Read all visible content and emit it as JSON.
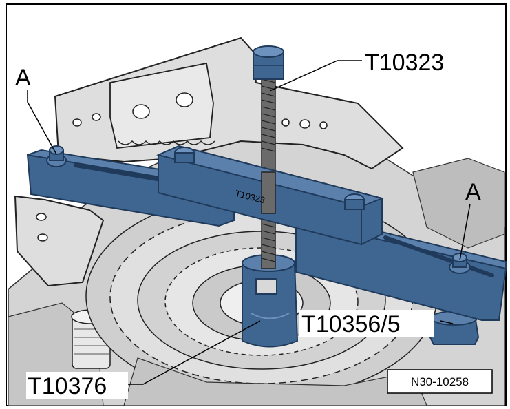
{
  "labels": {
    "clamp_left": "A",
    "clamp_right": "A",
    "spindle": "T10323",
    "bar_stamp": "T10323",
    "support": "T10356/5",
    "sleeve": "T10376"
  },
  "figure_ref": "N30-10258",
  "colors": {
    "tool_blue": "#3f6591",
    "tool_blue_dark": "#1f3a5a",
    "casing_grey": "#d9d9d9",
    "line": "#000000"
  }
}
